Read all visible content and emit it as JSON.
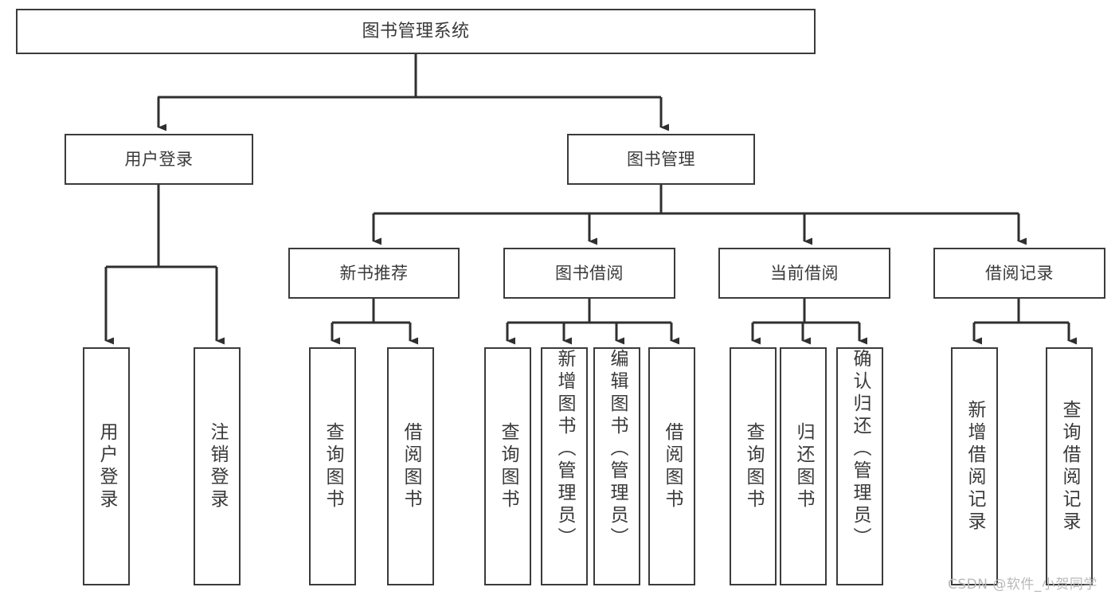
{
  "diagram": {
    "type": "tree-hierarchy",
    "title": "图书管理系统",
    "stroke_color": "#3b3b3b",
    "text_color": "#3a3a3a",
    "background_color": "#ffffff",
    "nodes": {
      "root": {
        "label": "图书管理系统"
      },
      "level1": [
        {
          "id": "user-login",
          "label": "用户登录"
        },
        {
          "id": "book-management",
          "label": "图书管理"
        }
      ],
      "level2": [
        {
          "id": "new-book-recommend",
          "label": "新书推荐"
        },
        {
          "id": "book-borrow",
          "label": "图书借阅"
        },
        {
          "id": "current-borrow",
          "label": "当前借阅"
        },
        {
          "id": "borrow-record",
          "label": "借阅记录"
        }
      ],
      "leaves": [
        {
          "id": "leaf-user-login",
          "label": "用户登录",
          "parent": "user-login"
        },
        {
          "id": "leaf-logout-login",
          "label": "注销登录",
          "parent": "user-login"
        },
        {
          "id": "leaf-query-book-1",
          "label": "查询图书",
          "parent": "new-book-recommend"
        },
        {
          "id": "leaf-borrow-book-1",
          "label": "借阅图书",
          "parent": "new-book-recommend"
        },
        {
          "id": "leaf-query-book-2",
          "label": "查询图书",
          "parent": "book-borrow"
        },
        {
          "id": "leaf-add-book",
          "label": "新增图书（管理员）",
          "parent": "book-borrow"
        },
        {
          "id": "leaf-edit-book",
          "label": "编辑图书（管理员）",
          "parent": "book-borrow"
        },
        {
          "id": "leaf-borrow-book-2",
          "label": "借阅图书",
          "parent": "book-borrow"
        },
        {
          "id": "leaf-query-book-3",
          "label": "查询图书",
          "parent": "current-borrow"
        },
        {
          "id": "leaf-return-book",
          "label": "归还图书",
          "parent": "current-borrow"
        },
        {
          "id": "leaf-confirm-return",
          "label": "确认归还（管理员）",
          "parent": "current-borrow"
        },
        {
          "id": "leaf-add-record",
          "label": "新增借阅记录",
          "parent": "borrow-record"
        },
        {
          "id": "leaf-query-record",
          "label": "查询借阅记录",
          "parent": "borrow-record"
        }
      ]
    }
  },
  "watermark": {
    "text": "CSDN @软件_小贺同学"
  }
}
